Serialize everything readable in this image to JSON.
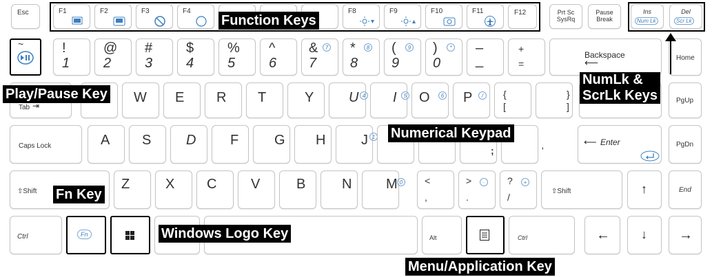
{
  "colors": {
    "label_bg": "#000000",
    "label_fg": "#ffffff",
    "icon_blue": "#3d7fbf",
    "key_border": "#c4c4c4"
  },
  "labels": {
    "function_keys": "Function Keys",
    "play_pause": "Play/Pause Key",
    "numlk_scrlk": "NumLk &\nScrLk Keys",
    "numerical_keypad": "Numerical Keypad",
    "fn_key": "Fn Key",
    "windows_logo": "Windows Logo Key",
    "menu_app": "Menu/Application Key"
  },
  "row0": {
    "esc": "Esc",
    "f1": "F1",
    "f2": "F2",
    "f3": "F3",
    "f4": "F4",
    "f8": "F8",
    "f9": "F9",
    "f10": "F10",
    "f11": "F11",
    "f12": "F12",
    "prtsc": "Prt Sc",
    "sysrq": "SysRq",
    "pause": "Pause",
    "break": "Break",
    "ins": "Ins",
    "numlk": "Num Lk",
    "del": "Del",
    "scrlk": "Scr Lk"
  },
  "row1": {
    "k1_top": "!",
    "k1": "1",
    "k2_top": "@",
    "k2": "2",
    "k3_top": "#",
    "k3": "3",
    "k4_top": "$",
    "k4": "4",
    "k5_top": "%",
    "k5": "5",
    "k6_top": "^",
    "k6": "6",
    "k7_top": "&",
    "k7": "7",
    "k7_num": "7",
    "k8_top": "*",
    "k8": "8",
    "k8_num": "8",
    "k9_top": "(",
    "k9": "9",
    "k9_num": "9",
    "k0_top": ")",
    "k0": "0",
    "k0_num": "*",
    "minus_top": "–",
    "minus": "_",
    "plus_top": "+",
    "plus": "=",
    "backspace": "Backspace",
    "home": "Home",
    "tilde": "~"
  },
  "row2": {
    "tab": "Tab",
    "w": "W",
    "e": "E",
    "r": "R",
    "t": "T",
    "y": "Y",
    "u": "U",
    "u_num": "4",
    "i": "I",
    "i_num": "5",
    "o": "O",
    "o_num": "6",
    "p": "P",
    "p_num": "/",
    "lbrace": "{",
    "lbracket": "[",
    "rbrace": "}",
    "rbracket": "]",
    "pgup": "PgUp"
  },
  "row3": {
    "capslock": "Caps Lock",
    "a": "A",
    "s": "S",
    "d": "D",
    "f": "F",
    "g": "G",
    "h": "H",
    "j": "J",
    "j_num": "1",
    "semicolon": ";",
    "quote": "'",
    "enter": "Enter",
    "pgdn": "PgDn"
  },
  "row4": {
    "shift_l": "⇧Shift",
    "z": "Z",
    "x": "X",
    "c": "C",
    "v": "V",
    "b": "B",
    "n": "N",
    "m": "M",
    "m_num": "0",
    "lt": "<",
    "comma": ",",
    "gt": ">",
    "period": ".",
    "period_num": "·",
    "question": "?",
    "slash": "/",
    "slash_num": "+",
    "shift_r": "⇧Shift",
    "up": "↑",
    "end": "End"
  },
  "row5": {
    "ctrl_l": "Ctrl",
    "fn": "Fn",
    "alt": "Alt",
    "ctrl_r": "Ctrl",
    "left": "←",
    "down": "↓",
    "right": "→"
  }
}
